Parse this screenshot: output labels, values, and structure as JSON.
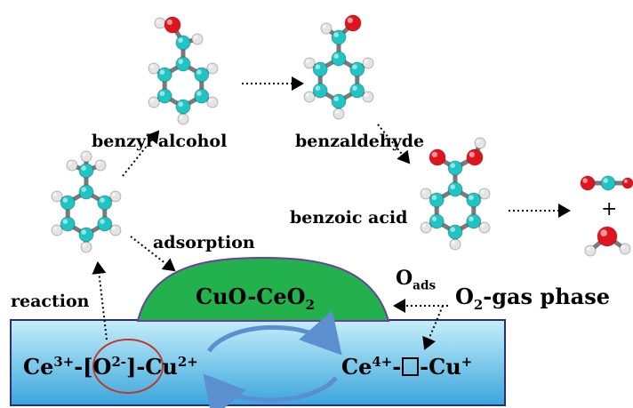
{
  "labels": {
    "benzyl_alcohol": "benzyl alcohol",
    "benzaldehyde": "benzaldehyde",
    "benzoic_acid": "benzoic acid",
    "adsorption": "adsorption",
    "reaction": "reaction",
    "plus": "+",
    "catalyst": {
      "main": "CuO-CeO",
      "sub": "2"
    },
    "o_ads": {
      "main": "O",
      "sub": "ads"
    },
    "o2_gas": {
      "main": "O",
      "sub": "2",
      "rest": "-gas phase"
    },
    "left_redox": {
      "ce": "Ce",
      "ce_sup": "3+",
      "dash1": "-[O",
      "o_sup": "2-",
      "close": "]-Cu",
      "cu_sup": "2+"
    },
    "right_redox": {
      "ce": "Ce",
      "ce_sup": "4+",
      "dash1": "-",
      "dash2": "-Cu",
      "cu_sup": "+"
    }
  },
  "colors": {
    "carbon": "#1fc4c4",
    "hydrogen": "#e4e4e4",
    "oxygen": "#e0141c",
    "bond": "#7a7a7a",
    "support_top": "#c6eefa",
    "support_bottom": "#3aa6dc",
    "catalyst_fill": "#22b14c",
    "cycle_arrow": "#5b8fd0",
    "vacancy_circle": "#c0392b"
  },
  "icons": [
    "toluene-molecule",
    "benzyl-alcohol-molecule",
    "benzaldehyde-molecule",
    "benzoic-acid-molecule",
    "co2-molecule",
    "water-molecule",
    "oxygen-vacancy-box"
  ]
}
